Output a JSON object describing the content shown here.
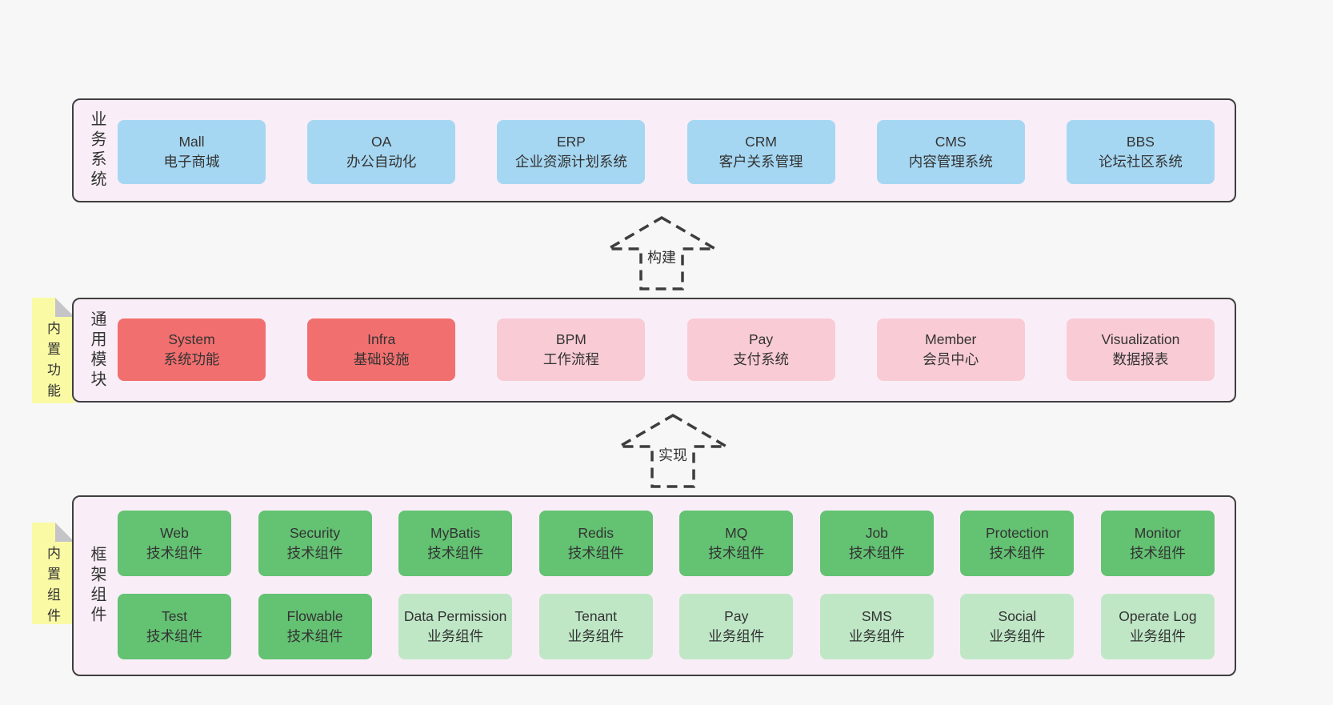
{
  "colors": {
    "page_background": "#f7f7f7",
    "panel_background": "#f9eef7",
    "panel_border": "#3f3f3f",
    "blue_box": "#a6d7f2",
    "red_box": "#f26f6f",
    "pink_box": "#f9cbd4",
    "green_box": "#64c273",
    "light_green_box": "#bfe7c6",
    "sticky_yellow": "#fafaa5",
    "sticky_fold_gray": "#c5c5c9",
    "text": "#333333"
  },
  "business_systems": {
    "label": "业务系统",
    "items": [
      {
        "name": "Mall",
        "desc": "电子商城"
      },
      {
        "name": "OA",
        "desc": "办公自动化"
      },
      {
        "name": "ERP",
        "desc": "企业资源计划系统"
      },
      {
        "name": "CRM",
        "desc": "客户关系管理"
      },
      {
        "name": "CMS",
        "desc": "内容管理系统"
      },
      {
        "name": "BBS",
        "desc": "论坛社区系统"
      }
    ]
  },
  "arrows": [
    {
      "label": "构建"
    },
    {
      "label": "实现"
    }
  ],
  "common_modules": {
    "label": "通用模块",
    "sticky": "内置功能",
    "items": [
      {
        "name": "System",
        "desc": "系统功能"
      },
      {
        "name": "Infra",
        "desc": "基础设施"
      },
      {
        "name": "BPM",
        "desc": "工作流程"
      },
      {
        "name": "Pay",
        "desc": "支付系统"
      },
      {
        "name": "Member",
        "desc": "会员中心"
      },
      {
        "name": "Visualization",
        "desc": "数据报表"
      }
    ]
  },
  "framework_components": {
    "label": "框架组件",
    "sticky": "内置组件",
    "row1": [
      {
        "name": "Web",
        "desc": "技术组件"
      },
      {
        "name": "Security",
        "desc": "技术组件"
      },
      {
        "name": "MyBatis",
        "desc": "技术组件"
      },
      {
        "name": "Redis",
        "desc": "技术组件"
      },
      {
        "name": "MQ",
        "desc": "技术组件"
      },
      {
        "name": "Job",
        "desc": "技术组件"
      },
      {
        "name": "Protection",
        "desc": "技术组件"
      },
      {
        "name": "Monitor",
        "desc": "技术组件"
      }
    ],
    "row2": [
      {
        "name": "Test",
        "desc": "技术组件"
      },
      {
        "name": "Flowable",
        "desc": "技术组件"
      },
      {
        "name": "Data Permission",
        "desc": "业务组件"
      },
      {
        "name": "Tenant",
        "desc": "业务组件"
      },
      {
        "name": "Pay",
        "desc": "业务组件"
      },
      {
        "name": "SMS",
        "desc": "业务组件"
      },
      {
        "name": "Social",
        "desc": "业务组件"
      },
      {
        "name": "Operate Log",
        "desc": "业务组件"
      }
    ]
  }
}
